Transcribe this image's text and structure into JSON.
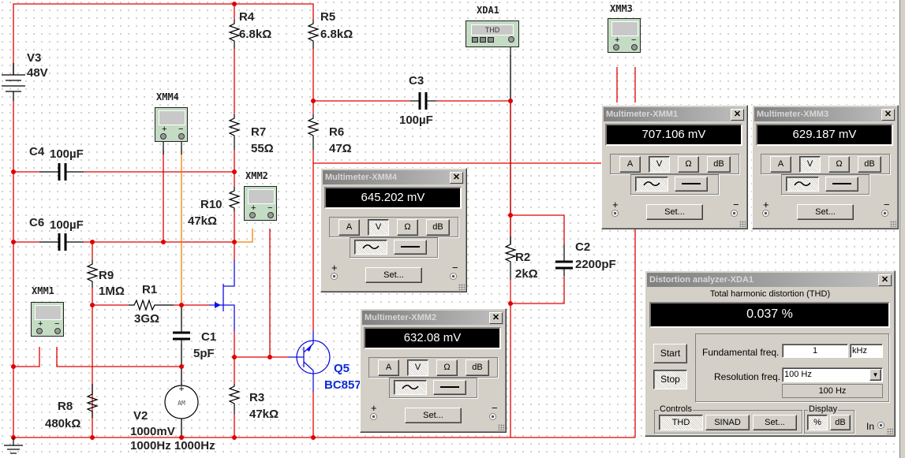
{
  "components": {
    "V3": {
      "name": "V3",
      "value": "48V"
    },
    "R4": {
      "name": "R4",
      "value": "6.8kΩ"
    },
    "R5": {
      "name": "R5",
      "value": "6.8kΩ"
    },
    "R7": {
      "name": "R7",
      "value": "55Ω"
    },
    "R6": {
      "name": "R6",
      "value": "47Ω"
    },
    "C3": {
      "name": "C3",
      "value": "100µF"
    },
    "C4": {
      "name": "C4",
      "value": "100µF"
    },
    "C6": {
      "name": "C6",
      "value": "100µF"
    },
    "R10": {
      "name": "R10",
      "value": "47kΩ"
    },
    "R9": {
      "name": "R9",
      "value": "1MΩ"
    },
    "R1": {
      "name": "R1",
      "value": "3GΩ"
    },
    "C1": {
      "name": "C1",
      "value": "5pF"
    },
    "R8": {
      "name": "R8",
      "value": "480kΩ"
    },
    "V2": {
      "name": "V2",
      "value": "1000mV",
      "freq": "1000Hz 1000Hz",
      "symbol": "AM"
    },
    "R3": {
      "name": "R3",
      "value": "47kΩ"
    },
    "Q5": {
      "name": "Q5",
      "value": "BC857"
    },
    "R2": {
      "name": "R2",
      "value": "2kΩ"
    },
    "C2": {
      "name": "C2",
      "value": "2200pF"
    }
  },
  "instrument_icons": {
    "XMM4": "XMM4",
    "XMM2": "XMM2",
    "XMM1": "XMM1",
    "XMM3": "XMM3",
    "XDA1": "XDA1",
    "XDA1_screen": "THD"
  },
  "multimeters": [
    {
      "title": "Multimeter-XMM4",
      "reading": "645.202 mV"
    },
    {
      "title": "Multimeter-XMM2",
      "reading": "632.08 mV"
    },
    {
      "title": "Multimeter-XMM1",
      "reading": "707.106 mV"
    },
    {
      "title": "Multimeter-XMM3",
      "reading": "629.187 mV"
    }
  ],
  "multimeter_buttons": {
    "amp": "A",
    "volt": "V",
    "ohm": "Ω",
    "db": "dB",
    "set": "Set...",
    "ac": "~",
    "plus": "+",
    "minus": "−",
    "selected_mode": "V",
    "selected_signal": "AC"
  },
  "distortion": {
    "title": "Distortion analyzer-XDA1",
    "heading": "Total harmonic distortion (THD)",
    "reading": "0.037 %",
    "start": "Start",
    "stop": "Stop",
    "fundamental_label": "Fundamental freq.",
    "fundamental_value": "1",
    "fundamental_unit": "kHz",
    "resolution_label": "Resolution freq.",
    "resolution_value": "100 Hz",
    "resolution_readout": "100 Hz",
    "controls_label": "Controls",
    "thd": "THD",
    "sinad": "SINAD",
    "set": "Set...",
    "display_label": "Display",
    "percent": "%",
    "db": "dB",
    "in_label": "In"
  },
  "colors": {
    "wire": "#e00000",
    "wire_orange": "#f08000",
    "transistor": "#1010e0",
    "component": "#000000"
  }
}
